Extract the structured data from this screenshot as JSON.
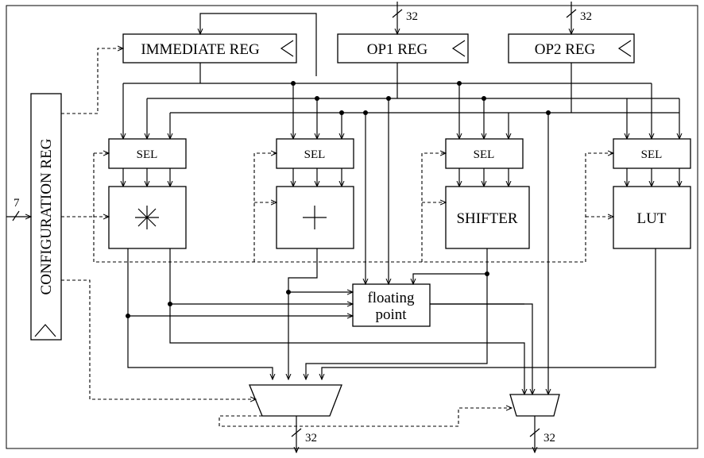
{
  "registers": {
    "immediate": "IMMEDIATE REG",
    "op1": "OP1 REG",
    "op2": "OP2 REG",
    "config": "CONFIGURATION REG"
  },
  "selectors": [
    "SEL",
    "SEL",
    "SEL",
    "SEL"
  ],
  "units": {
    "shifter": "SHIFTER",
    "lut": "LUT",
    "fp_line1": "floating",
    "fp_line2": "point"
  },
  "bus_widths": {
    "op1_in": "32",
    "op2_in": "32",
    "config_in": "7",
    "out1": "32",
    "out2": "32"
  }
}
